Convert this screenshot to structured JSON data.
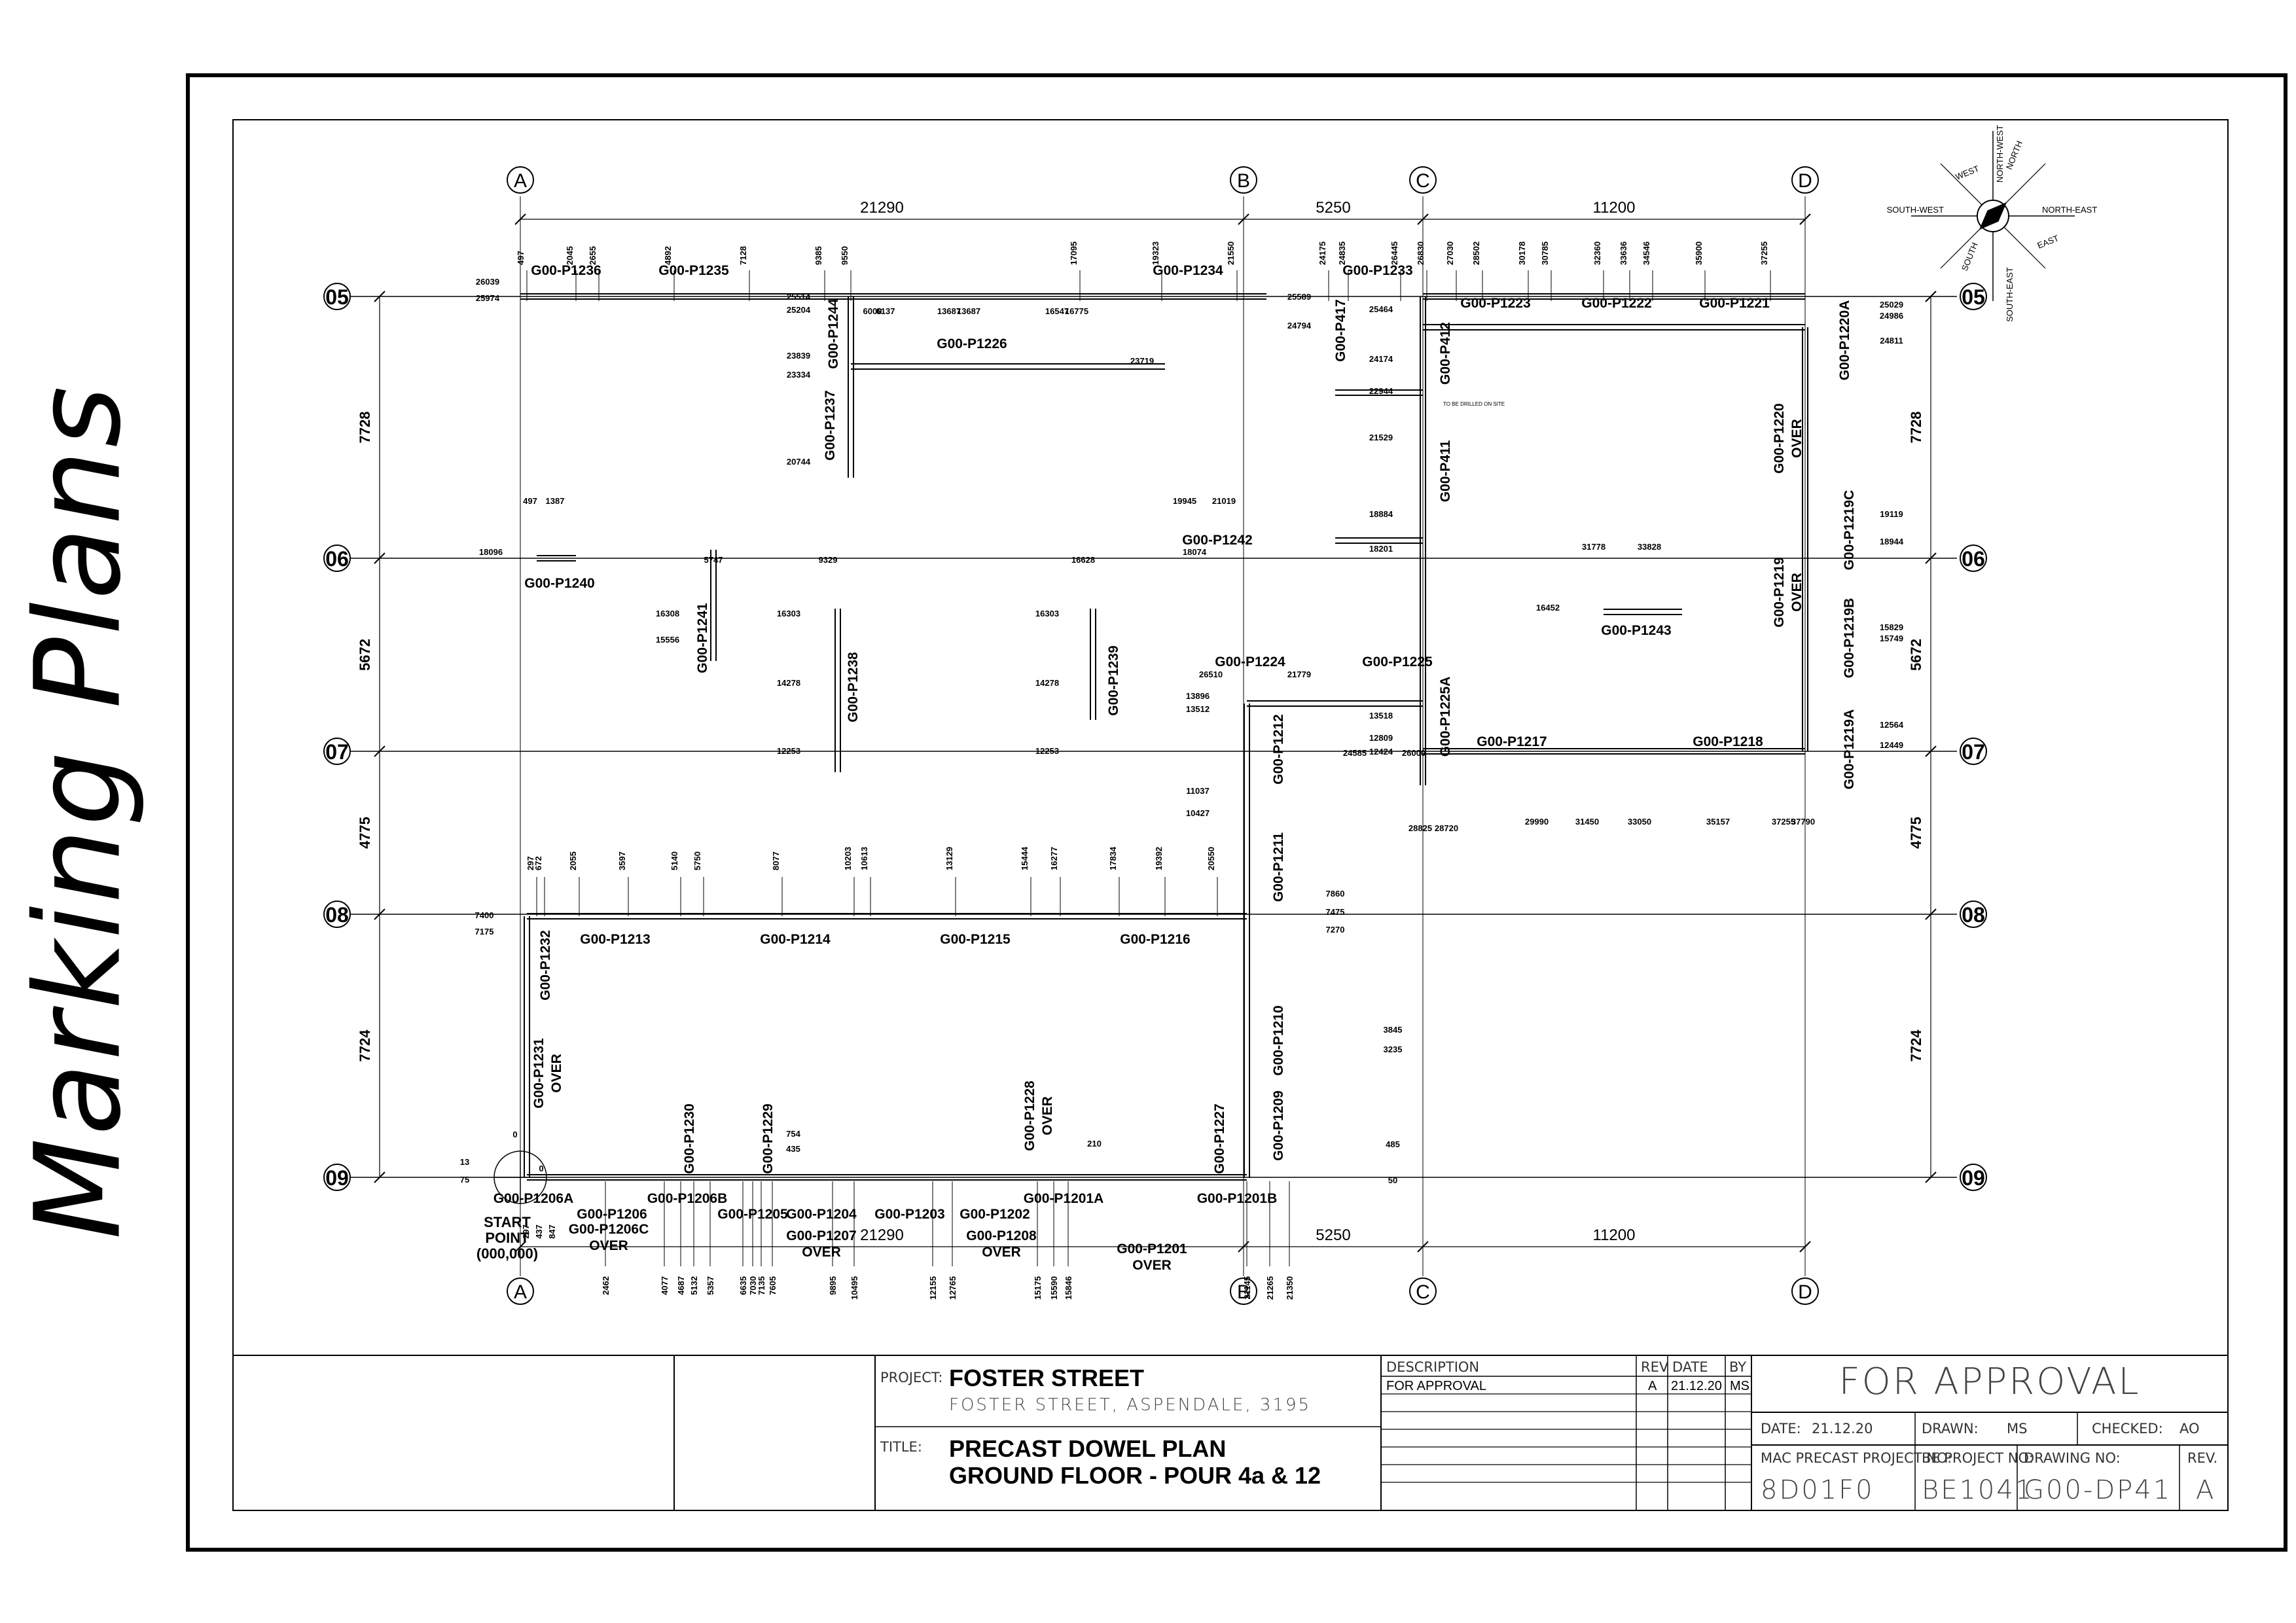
{
  "side_title": "Marking Plans",
  "grid": {
    "columns": [
      "A",
      "B",
      "C",
      "D"
    ],
    "rows": [
      "05",
      "06",
      "07",
      "08",
      "09"
    ],
    "column_dims_top": [
      "21290",
      "5250",
      "11200"
    ],
    "column_dims_bottom": [
      "21290",
      "5250",
      "11200"
    ],
    "row_dims_left": [
      "7728",
      "5672",
      "4775",
      "7724"
    ],
    "row_dims_right": [
      "7728",
      "5672",
      "4775",
      "7724"
    ]
  },
  "compass": {
    "n": "NORTH",
    "ne": "NORTH-EAST",
    "e": "EAST",
    "se": "SOUTH-EAST",
    "s": "SOUTH",
    "sw": "SOUTH-WEST",
    "w": "WEST",
    "nw": "NORTH-WEST"
  },
  "panel_labels": [
    "G00-P1236",
    "G00-P1235",
    "G00-P1234",
    "G00-P1233",
    "G00-P1223",
    "G00-P1222",
    "G00-P1221",
    "G00-P1220A",
    "G00-P1244",
    "G00-P1226",
    "G00-P1237",
    "G00-P417",
    "G00-P412",
    "G00-P411",
    "G00-P1240",
    "G00-P1242",
    "G00-P1241",
    "G00-P1238",
    "G00-P1239",
    "G00-P1243",
    "G00-P1224",
    "G00-P1225",
    "G00-P1212",
    "G00-P1225A",
    "G00-P1217",
    "G00-P1218",
    "G00-P1219C",
    "G00-P1219B",
    "G00-P1219A",
    "G00-P1211",
    "G00-P1213",
    "G00-P1214",
    "G00-P1215",
    "G00-P1216",
    "G00-P1232",
    "G00-P1210",
    "G00-P1209",
    "G00-P1230",
    "G00-P1229",
    "G00-P1227",
    "G00-P1206A",
    "G00-P1206",
    "G00-P1206B",
    "G00-P1205",
    "G00-P1204",
    "G00-P1203",
    "G00-P1202",
    "G00-P1201A",
    "G00-P1201B"
  ],
  "over_labels": [
    {
      "id": "G00-P1220",
      "note": "OVER"
    },
    {
      "id": "G00-P1219",
      "note": "OVER"
    },
    {
      "id": "G00-P1231",
      "note": "OVER"
    },
    {
      "id": "G00-P1228",
      "note": "OVER"
    },
    {
      "id": "G00-P1206C",
      "note": "OVER"
    },
    {
      "id": "G00-P1207",
      "note": "OVER"
    },
    {
      "id": "G00-P1208",
      "note": "OVER"
    },
    {
      "id": "G00-P1201",
      "note": "OVER"
    }
  ],
  "start_point": [
    "START",
    "POINT",
    "(000,000)"
  ],
  "dims_top": [
    "497",
    "2045",
    "2655",
    "4892",
    "7128",
    "9385",
    "9550",
    "17095",
    "19323",
    "21550",
    "24175",
    "24835",
    "26445",
    "26830",
    "27030",
    "28502",
    "30178",
    "30785",
    "32360",
    "33636",
    "34546",
    "35900",
    "37255"
  ],
  "dims_left_top": [
    "26039",
    "25974",
    "25514",
    "25204",
    "23839",
    "23334",
    "20744",
    "25589",
    "24794",
    "25464",
    "24174",
    "22944",
    "21529",
    "18884",
    "18201",
    "18096",
    "18074"
  ],
  "dims_misc": [
    "6000",
    "6137",
    "13687",
    "13687",
    "16547",
    "16775",
    "23719",
    "25029",
    "24986",
    "24811",
    "19119",
    "18944",
    "15829",
    "15749",
    "12564",
    "12449",
    "497",
    "1387",
    "5747",
    "9329",
    "16628",
    "19945",
    "21019",
    "31778",
    "33828",
    "16452",
    "16308",
    "15556",
    "16303",
    "14278",
    "12253",
    "16303",
    "14278",
    "12253",
    "26510",
    "21779",
    "13896",
    "13512",
    "13518",
    "12809",
    "12424",
    "24585",
    "26000",
    "11037",
    "10427",
    "28825",
    "28720",
    "29990",
    "31450",
    "33050",
    "35157",
    "37255",
    "37790"
  ],
  "dims_row08": [
    "297",
    "672",
    "2055",
    "3597",
    "5140",
    "5750",
    "8077",
    "10203",
    "10613",
    "13129",
    "15444",
    "16277",
    "17834",
    "19392",
    "20550",
    "7400",
    "7175",
    "7860",
    "7475",
    "7270"
  ],
  "dims_row09": [
    "3845",
    "3235",
    "485",
    "50",
    "754",
    "435",
    "210",
    "13",
    "75",
    "0",
    "0",
    "297",
    "437",
    "847"
  ],
  "dims_bottom": [
    "2462",
    "4077",
    "4687",
    "5132",
    "5357",
    "6635",
    "7030",
    "7135",
    "7605",
    "9895",
    "10495",
    "12155",
    "12765",
    "15175",
    "15590",
    "15846",
    "21145",
    "21265",
    "21350"
  ],
  "small_note": "TO BE DRILLED ON SITE",
  "title_block": {
    "project_label": "PROJECT:",
    "project_name": "FOSTER STREET",
    "project_address": "FOSTER STREET, ASPENDALE, 3195",
    "title_label": "TITLE:",
    "title_line1": "PRECAST DOWEL PLAN",
    "title_line2": "GROUND FLOOR - POUR 4a & 12",
    "rev_headers": {
      "description": "DESCRIPTION",
      "rev": "REV",
      "date": "DATE",
      "by": "BY"
    },
    "rev_rows": [
      {
        "description": "FOR APPROVAL",
        "rev": "A",
        "date": "21.12.20",
        "by": "MS"
      }
    ],
    "status": "FOR APPROVAL",
    "date_label": "DATE:",
    "date_value": "21.12.20",
    "drawn_label": "DRAWN:",
    "drawn_value": "MS",
    "checked_label": "CHECKED:",
    "checked_value": "AO",
    "mac_label": "MAC PRECAST PROJECT NO:",
    "mac_value": "8D01F0",
    "be_label": "BE PROJECT NO:",
    "be_value": "BE1041",
    "drawing_label": "DRAWING NO:",
    "drawing_value": "G00-DP41",
    "rev_label": "REV.",
    "rev_value": "A"
  }
}
